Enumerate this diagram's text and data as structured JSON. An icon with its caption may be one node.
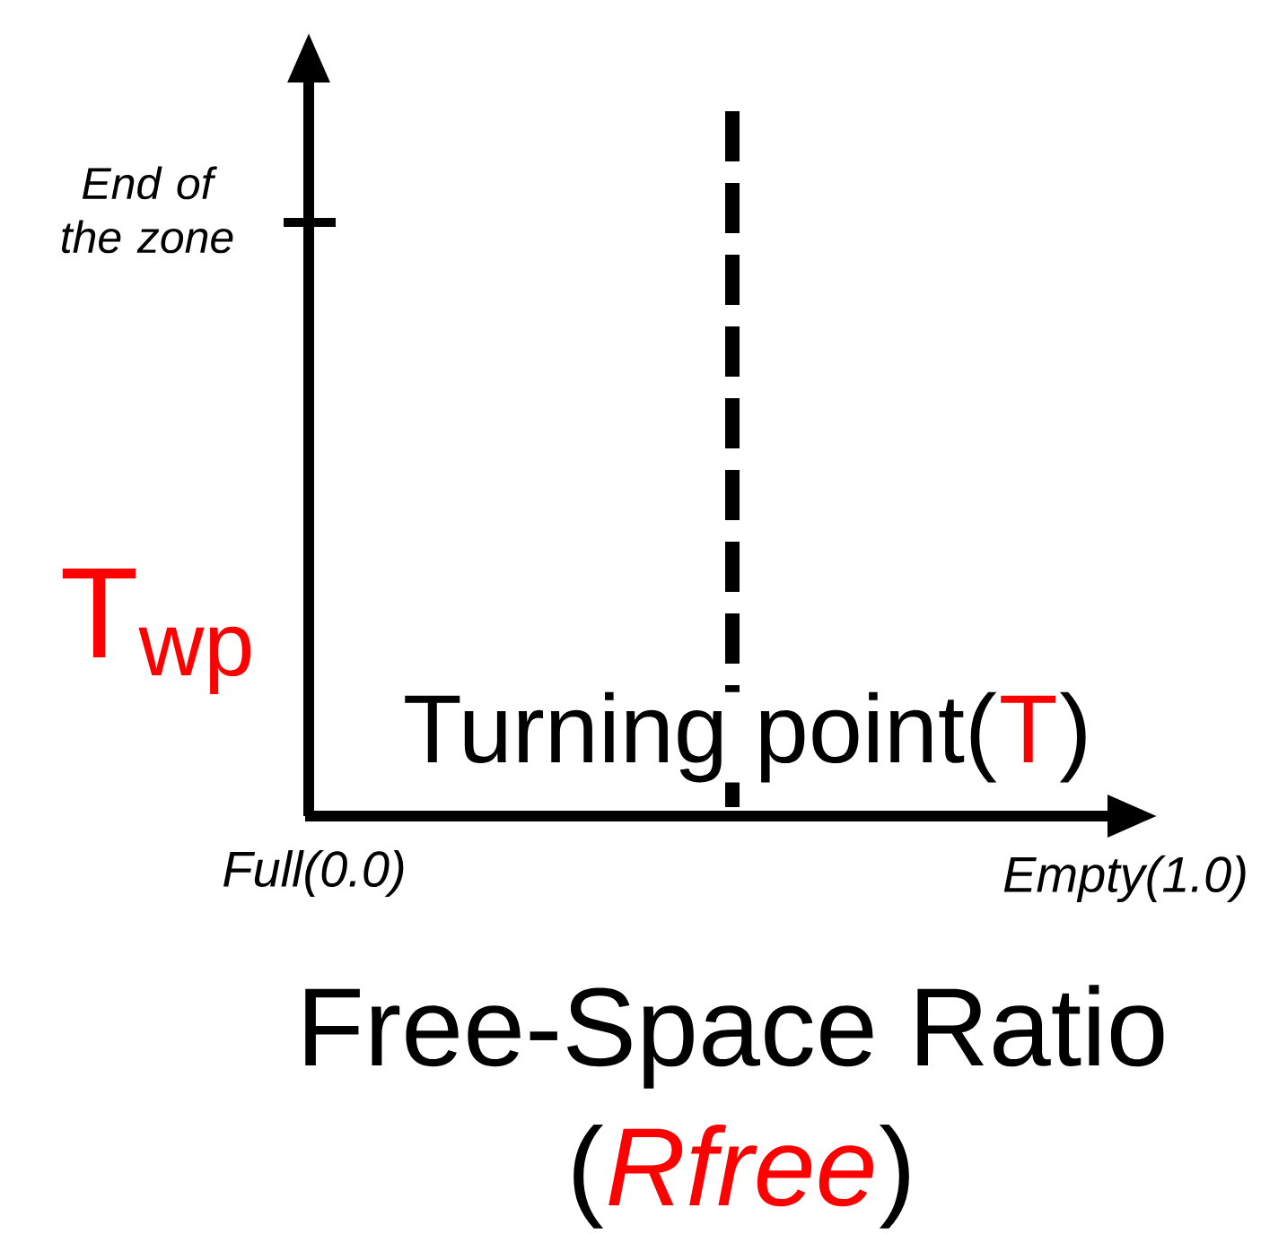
{
  "diagram": {
    "labels": [
      "End of the zone",
      "T$_{wp}$",
      "Turning point(",
      "T",
      ")",
      "Full(0.0)",
      "Empty(1.0)",
      "Free-Space Ratio",
      "(",
      "Rfree",
      ")"
    ]
  }
}
